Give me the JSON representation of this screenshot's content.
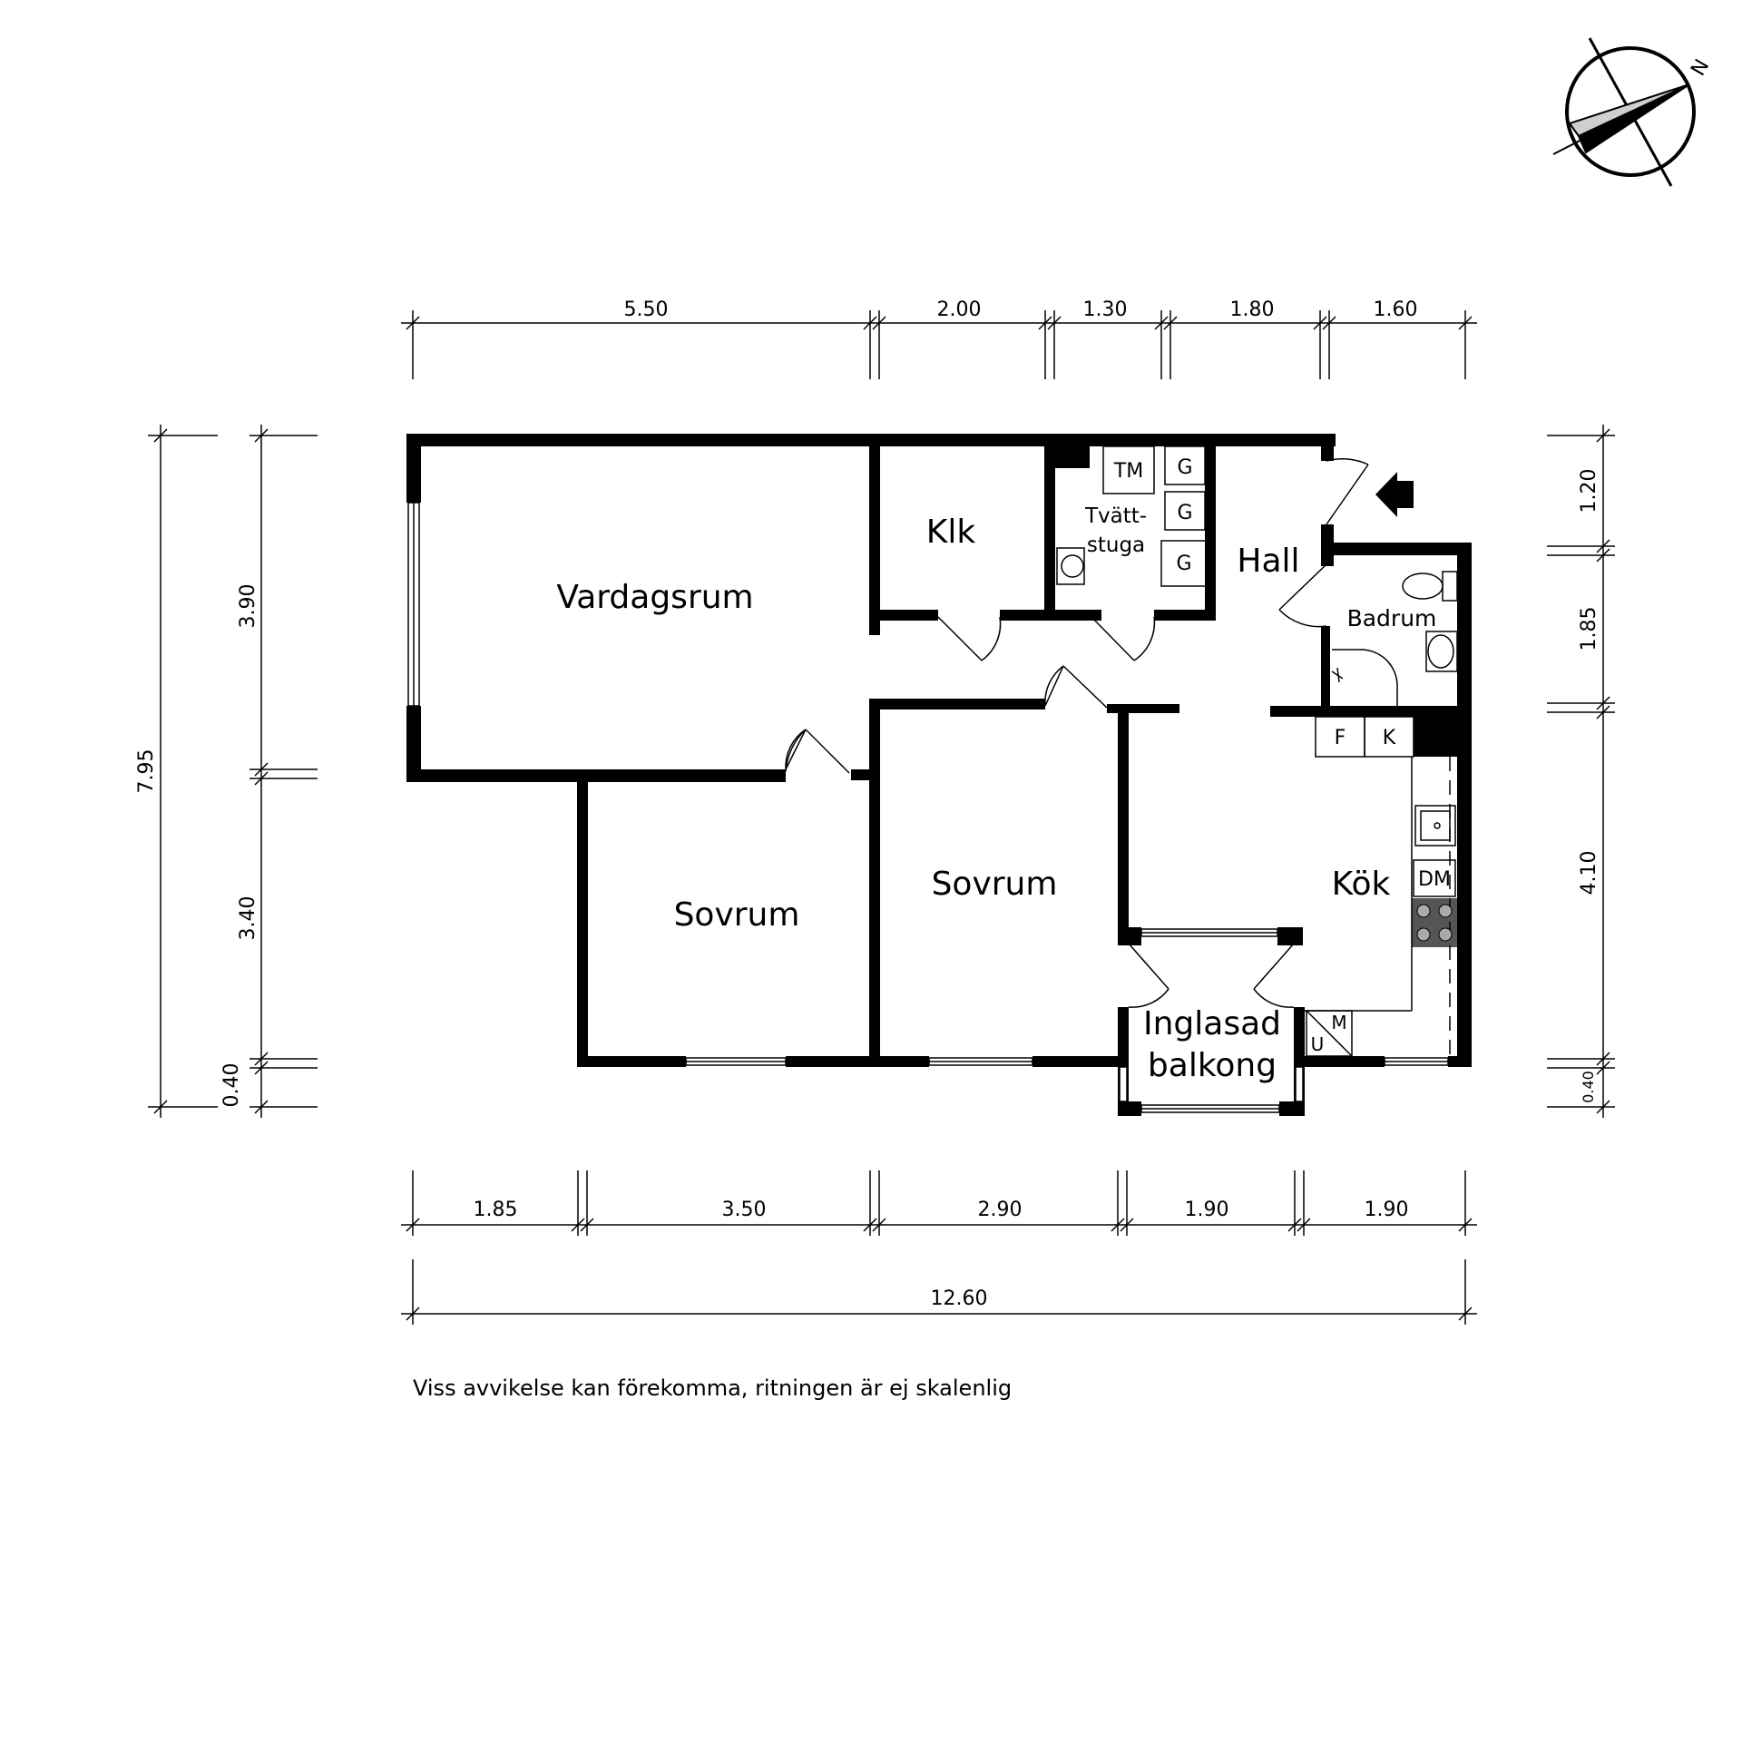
{
  "dimensions": {
    "top": [
      "5.50",
      "2.00",
      "1.30",
      "1.80",
      "1.60"
    ],
    "bottom": [
      "1.85",
      "3.50",
      "2.90",
      "1.90",
      "1.90"
    ],
    "bottom_total": "12.60",
    "left_total": "7.95",
    "left": [
      "3.90",
      "3.40",
      "0.40"
    ],
    "right": [
      "1.20",
      "1.85",
      "4.10",
      "0.40"
    ]
  },
  "rooms": {
    "vardagsrum": "Vardagsrum",
    "klk": "Klk",
    "tvattstuga_line1": "Tvätt-",
    "tvattstuga_line2": "stuga",
    "hall": "Hall",
    "badrum": "Badrum",
    "sovrum_left": "Sovrum",
    "sovrum_mid": "Sovrum",
    "kok": "Kök",
    "balkong_line1": "Inglasad",
    "balkong_line2": "balkong"
  },
  "fixtures": {
    "tm": "TM",
    "g1": "G",
    "g2": "G",
    "g3": "G",
    "f": "F",
    "k": "K",
    "dm": "DM",
    "u": "U",
    "m": "M"
  },
  "compass_label": "N",
  "disclaimer": "Viss avvikelse kan förekomma, ritningen är ej skalenlig"
}
